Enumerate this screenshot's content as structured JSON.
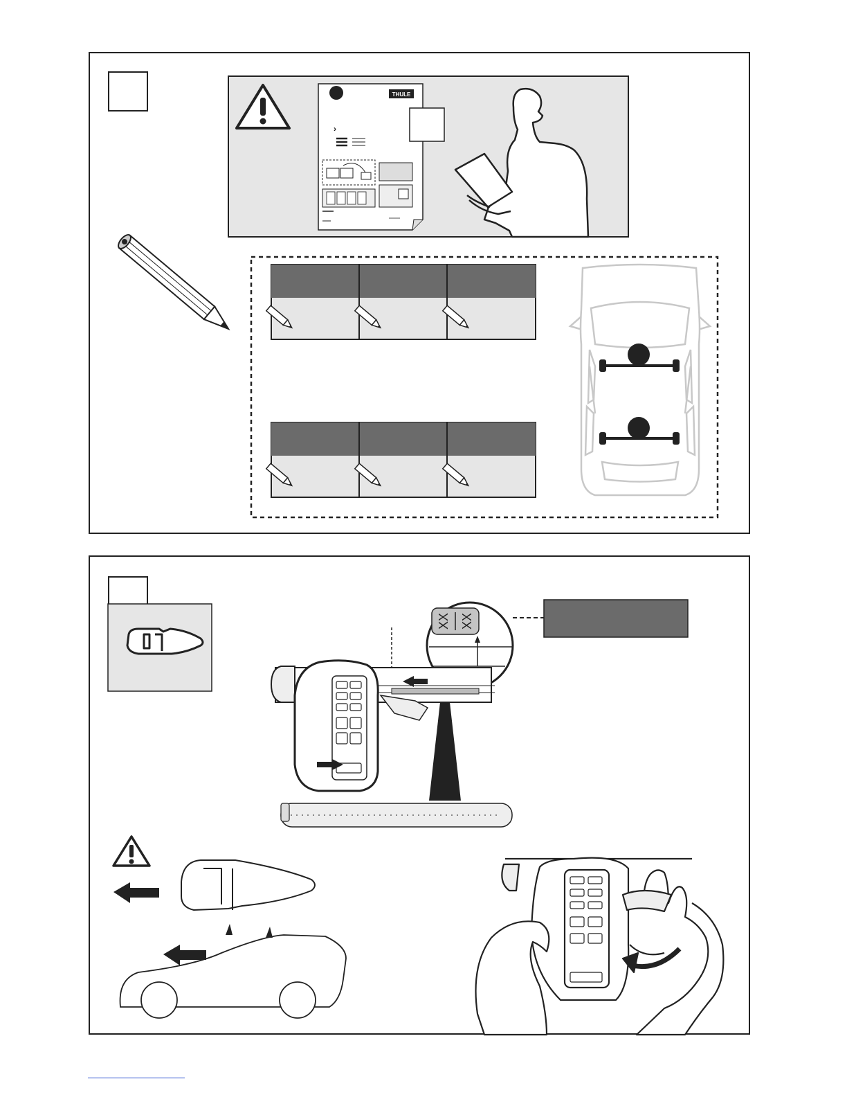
{
  "brand": {
    "logo_text": "THULE"
  },
  "icons": {
    "warning": "warning-triangle-icon",
    "pencil": "pencil-icon",
    "arrow": "arrow-left-icon"
  },
  "measure": {
    "label_1": "XX",
    "label_2": "XX"
  },
  "colors": {
    "panel_fill": "#e6e6e6",
    "header_fill": "#6b6b6b",
    "line": "#222222"
  }
}
